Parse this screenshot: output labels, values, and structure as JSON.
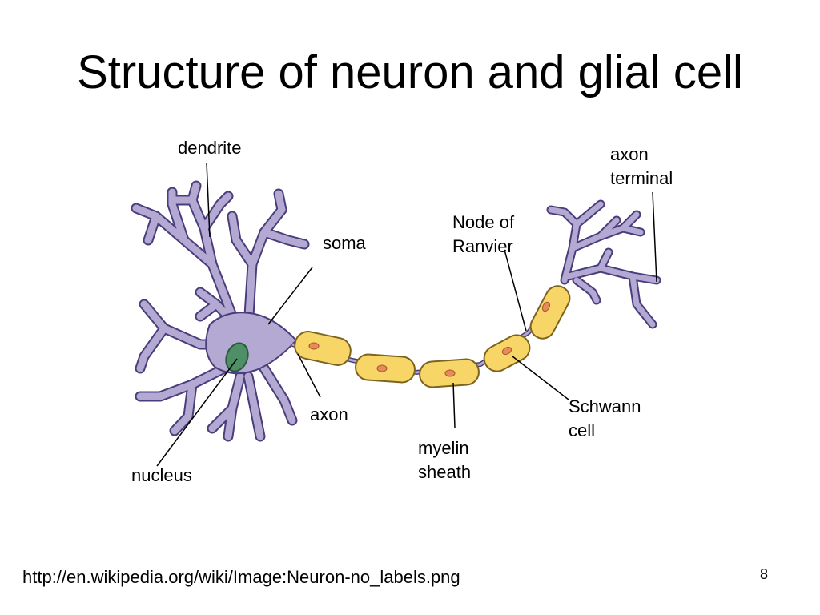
{
  "slide": {
    "title": "Structure of neuron and glial cell",
    "page_number": "8",
    "source_url": "http://en.wikipedia.org/wiki/Image:Neuron-no_labels.png"
  },
  "labels": {
    "dendrite": "dendrite",
    "axon_terminal": "axon\nterminal",
    "node_of_ranvier": "Node of\nRanvier",
    "soma": "soma",
    "axon": "axon",
    "schwann_cell": "Schwann\ncell",
    "myelin_sheath": "myelin\nsheath",
    "nucleus": "nucleus"
  },
  "colors": {
    "cell_body": "#b3a9d3",
    "cell_outline": "#4a3d7c",
    "nucleus": "#4f8f65",
    "myelin": "#f7d667",
    "myelin_outline": "#7c6320",
    "schwann_nucleus": "#e88a5a",
    "leader_line": "#000000"
  }
}
